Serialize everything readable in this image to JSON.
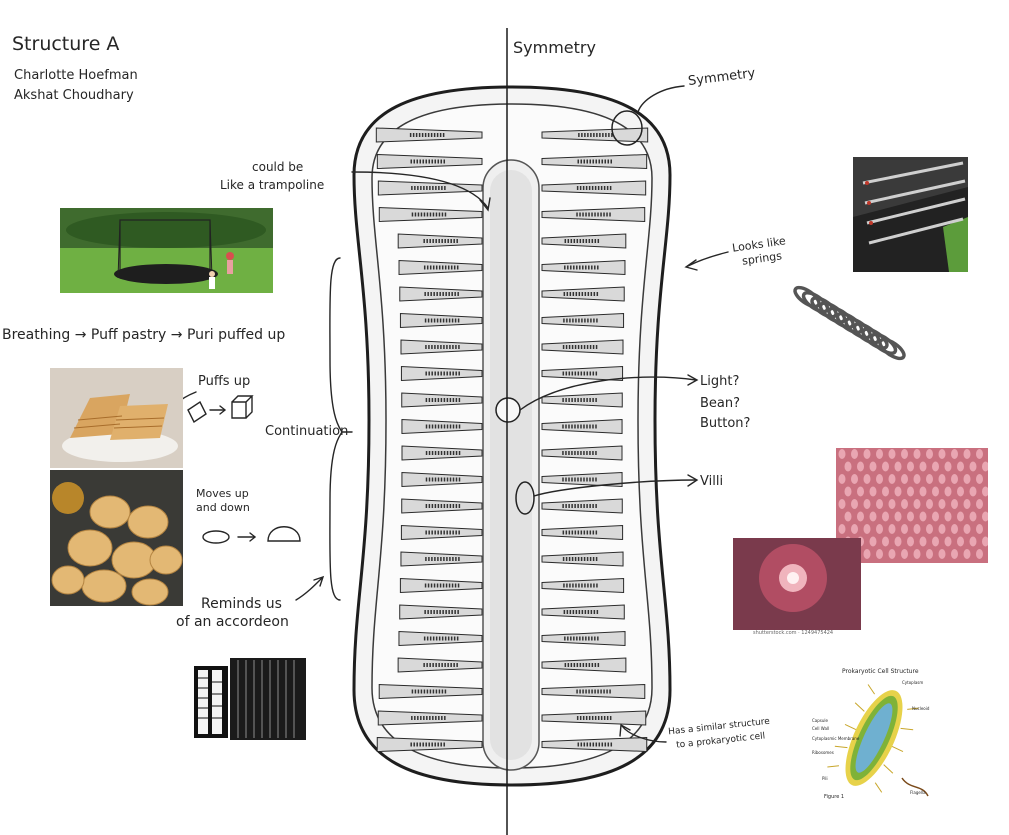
{
  "header": {
    "title": "Structure A",
    "authors": [
      "Charlotte Hoefman",
      "Akshat Choudhary"
    ]
  },
  "labels": {
    "symmetry_top": "Symmetry",
    "symmetry_callout": "Symmetry",
    "trampoline_line1": "could be",
    "trampoline_line2": "Like a trampoline",
    "springs_line1": "Looks like",
    "springs_line2": "springs",
    "breathing_chain": "Breathing → Puff pastry → Puri puffed up",
    "puffs_up": "Puffs up",
    "continuation": "Continuation",
    "light_q1": "Light?",
    "light_q2": "Bean?",
    "light_q3": "Button?",
    "villi": "Villi",
    "moves_line1": "Moves up",
    "moves_line2": "and down",
    "accordeon_line1": "Reminds us",
    "accordeon_line2": "of an accordeon",
    "prokaryote_line1": "Has a similar structure",
    "prokaryote_line2": "to a prokaryotic cell"
  },
  "images": {
    "villi_credit": "shutterstock.com · 1249475424",
    "cell_title": "Prokaryotic Cell Structure",
    "cell_parts": [
      "Cytoplasm",
      "Nucleoid",
      "Capsule",
      "Cell Wall",
      "Cytoplasmic Membrane",
      "Ribosomes",
      "Pili",
      "Flagella"
    ],
    "cell_caption": "Figure 1"
  },
  "colors": {
    "ink": "#262626",
    "grass": "#5fa83a",
    "villi_pink": "#d98a9a",
    "pastry": "#d9a560",
    "cell_green": "#7fb238"
  }
}
